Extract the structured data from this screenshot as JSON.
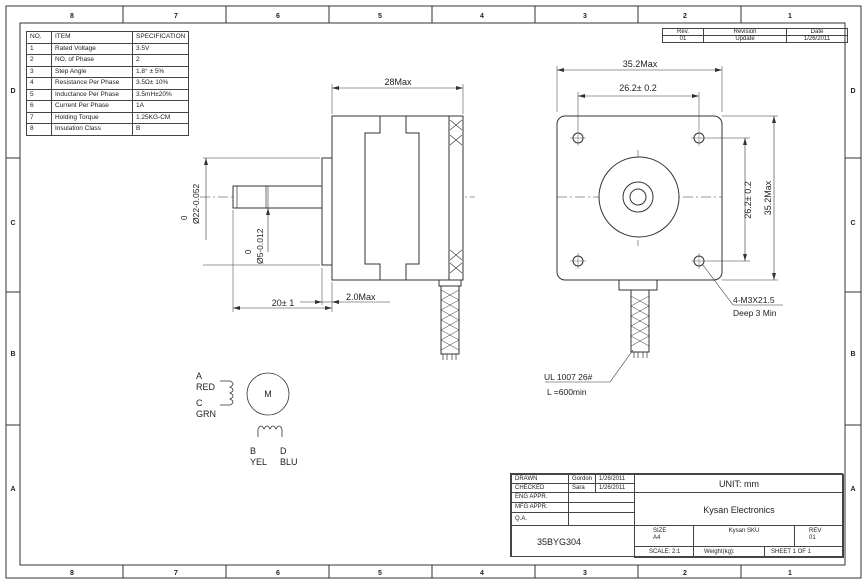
{
  "zone_numbers": [
    "8",
    "7",
    "6",
    "5",
    "4",
    "3",
    "2",
    "1"
  ],
  "zone_letters": [
    "D",
    "C",
    "B",
    "A"
  ],
  "spec_table": {
    "headers": [
      "NO.",
      "ITEM",
      "SPECIFICATION"
    ],
    "rows": [
      [
        "1",
        "Rated Voltage",
        "3.5V"
      ],
      [
        "2",
        "NO. of Phase",
        "2"
      ],
      [
        "3",
        "Step Angle",
        "1.8° ± 5%"
      ],
      [
        "4",
        "Resistance Per Phase",
        "3.5Ω± 10%"
      ],
      [
        "5",
        "Inductance Per Phase",
        "3.5mH±20%"
      ],
      [
        "6",
        "Current Per Phase",
        "1A"
      ],
      [
        "7",
        "Holding Torque",
        "1.25KG-CM"
      ],
      [
        "8",
        "Insulation Class",
        "B"
      ]
    ]
  },
  "revision_block": {
    "headers": [
      "Rev.",
      "Revision",
      "Date"
    ],
    "row": [
      "01",
      "Update",
      "1/26/2011"
    ]
  },
  "dims": {
    "body_length": "28Max",
    "flange_width": "35.2Max",
    "hole_spacing_h": "26.2± 0.2",
    "hole_spacing_v": "26.2± 0.2",
    "flange_height": "35.2Max",
    "boss_dia_tol": "0",
    "boss_dia": "Ø22-0.052",
    "shaft_dia_tol": "0",
    "shaft_dia": "Ø5-0.012",
    "shaft_length": "20± 1",
    "boss_length": "2.0Max",
    "screw_hole": "4-M3X21.5",
    "screw_depth": "Deep 3 Min",
    "cable_spec": "UL 1007 26#",
    "cable_length": "L =600min"
  },
  "wiring": {
    "motor_label": "M",
    "a": "A",
    "a_color": "RED",
    "c": "C",
    "c_color": "GRN",
    "b": "B",
    "b_color": "YEL",
    "d": "D",
    "d_color": "BLU"
  },
  "title_block": {
    "drawn_label": "DRAWN",
    "drawn_by": "Gordon",
    "drawn_date": "1/26/2011",
    "checked_label": "CHECKED",
    "checked_by": "Sara",
    "checked_date": "1/26/2011",
    "eng_label": "ENG APPR.",
    "mfg_label": "MFG APPR.",
    "qa_label": "Q.A.",
    "unit": "UNIT: mm",
    "company": "Kysan Electronics",
    "part_number": "35BYG304",
    "size_label": "SIZE",
    "size_value": "A4",
    "sku_label": "Kysan SKU",
    "rev_label": "REV",
    "rev_value": "01",
    "scale": "SCALE: 2:1",
    "weight": "Weight(kg):",
    "sheet": "SHEET 1 OF 1"
  }
}
